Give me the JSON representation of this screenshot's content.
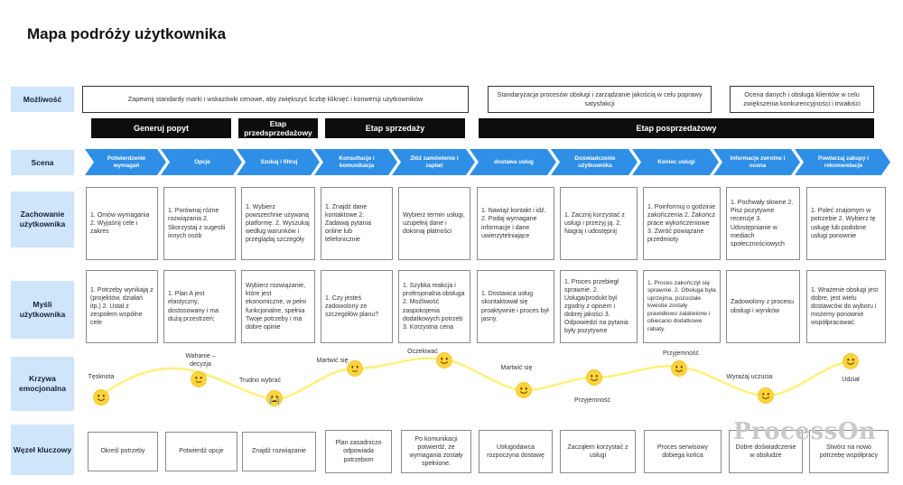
{
  "title": "Mapa podróży użytkownika",
  "rows": {
    "opportunity": "Możliwość",
    "scene": "Scena",
    "behavior": "Zachowanie użytkownika",
    "thoughts": "Myśli użytkownika",
    "curve": "Krzywa emocjonalna",
    "node": "Węzeł kluczowy"
  },
  "opportunities": [
    "Zapewnij standardy marki i wskazówki cenowe, aby zwiększyć liczbę kliknięć i konwersji użytkowników",
    "Standaryzacja procesów obsługi i zarządzanie jakością w celu poprawy satysfakcji",
    "Ocena danych i obsługa klientów w celu zwiększenia konkurencyjności i trwałości"
  ],
  "stages": [
    "Generuj popyt",
    "Etap przedsprzedażowy",
    "Etap sprzedaży",
    "Etap posprzedażowy"
  ],
  "scenes": [
    "Potwierdzenie wymagań",
    "Opcje",
    "Szukaj i filtruj",
    "Konsultacje i komunikacja",
    "Złóż zamówienie i zapłać",
    "dostawa usług",
    "Doświadczenie użytkownika",
    "Koniec usługi",
    "Informacje zwrotne i ocena",
    "Powtarzaj zakupy i rekomendacje"
  ],
  "behaviors": [
    "1. Omów wymagania 2. Wyjaśnij cele i zakres",
    "1. Porównaj różne rozwiązania 2. Skorzystaj z sugestii innych osób",
    "1. Wybierz powszechnie używaną platformę. 2. Wyszukaj według warunków i przeglądaj szczegóły",
    "1. Znajdź dane kontaktowe 2. Zadawaj pytania online lub telefonicznie",
    "Wybierz termin usługi, uzupełnij dane i dokonaj płatności",
    "1. Nawiąż kontakt i idź. 2. Podaj wymagane informacje i dane uwierzytelniające",
    "1. Zacznij korzystać z usługi i przeżyj ją. 2. Nagraj i udostępnij",
    "1. Poinformuj o godzinie zakończenia 2. Zakończ prace wykończeniowe 3. Zwróć powiązane przedmioty",
    "1. Pochwały słowne 2. Pisz pozytywne recenzje 3. Udostępnianie w mediach społecznościowych",
    "1. Poleć znajomym w potrzebie 2. Wybierz tę usługę lub podobne usługi ponownie"
  ],
  "thoughts": [
    "1. Potrzeby wynikają z (projektów, działań itp.) 2. Ustal z zespołem wspólne cele",
    "1. Plan A jest elastyczny, dostosowany i ma dużą przestrzeń;",
    "Wybierz rozwiązanie, które jest ekonomiczne, w pełni funkcjonalne, spełnia Twoje potrzeby i ma dobre opinie",
    "1. Czy jesteś zadowolony ze szczegółów planu?",
    "1. Szybka reakcja i profesjonalna obsługa 2. Możliwość zaspokojenia dodatkowych potrzeb 3. Korzystna cena",
    "1. Dostawca usług skontaktował się proaktywnie i proces był jasny.",
    "1. Proces przebiegł sprawnie. 2. Usługa/produkt był zgodny z opisem i dobrej jakości 3. Odpowiedzi na pytania były pozytywne",
    "1. Proces zakończył się sprawnie. 2. Obsługa była uprzejma, pozostałe kwestie zostały prawidłowo załatwione i obiecano dodatkowe rabaty.",
    "Zadowolony z procesu obsługi i wyników",
    "1. Wrażenie obsługi jest dobre, jest wielu dostawców do wyboru i możemy ponownie współpracować."
  ],
  "emotions": [
    {
      "label": "Tęsknota",
      "face": "smile",
      "level": 3
    },
    {
      "label": "Wahanie – decyzja",
      "face": "neutral",
      "level": 5
    },
    {
      "label": "Trudno wybrać",
      "face": "cry",
      "level": 2
    },
    {
      "label": "Martwić się",
      "face": "neutral",
      "level": 6
    },
    {
      "label": "Oczekiwać",
      "face": "smile",
      "level": 7
    },
    {
      "label": "Martwić się",
      "face": "smile",
      "level": 4
    },
    {
      "label": "Przyjemność",
      "face": "smile",
      "level": 5
    },
    {
      "label": "Przyjemność",
      "face": "smile",
      "level": 6
    },
    {
      "label": "Wyrażaj uczucia",
      "face": "smile",
      "level": 4
    },
    {
      "label": "Udział",
      "face": "smile",
      "level": 7
    }
  ],
  "nodes": [
    "Określ potrzeby",
    "Potwierdź opcje",
    "Znajdź rozwiązanie",
    "Plan zasadniczo odpowiada potrzebom",
    "Po komunikacji potwierdź, że wymagania zostały spełnione.",
    "Usługodawca rozpoczyna dostawę",
    "Zacząłem korzystać z usługi",
    "Proces serwisowy dobiega końca",
    "Dobre doświadczenie w obsłudze",
    "Stwórz na nowo potrzebę współpracy"
  ],
  "watermark": "ProcessOn",
  "colors": {
    "row_label_bg": "#cfe6fa",
    "chevron_blue": "#2f8fe6",
    "stage_black": "#0d0d0d",
    "curve_yellow": "#fff07a",
    "emoji_yellow": "#ffd43b"
  }
}
